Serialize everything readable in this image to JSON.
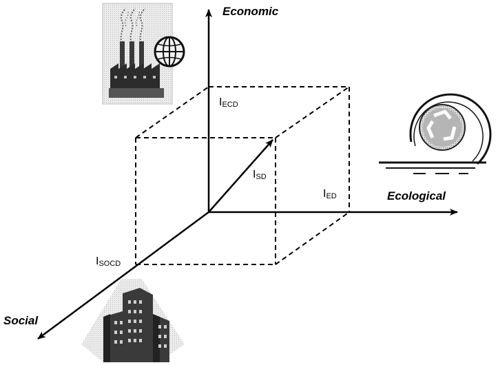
{
  "axes": {
    "economic": "Economic",
    "ecological": "Ecological",
    "social": "Social"
  },
  "indices": {
    "ecd": {
      "main": "I",
      "sub": "ECD"
    },
    "sd": {
      "main": "I",
      "sub": "SD"
    },
    "ed": {
      "main": "I",
      "sub": "ED"
    },
    "socd": {
      "main": "I",
      "sub": "SOCD"
    }
  },
  "icons": {
    "economic": "factory-globe-icon",
    "ecological": "recycle-icon",
    "social": "city-buildings-icon"
  },
  "colors": {
    "ink": "#000000",
    "background": "#ffffff"
  }
}
